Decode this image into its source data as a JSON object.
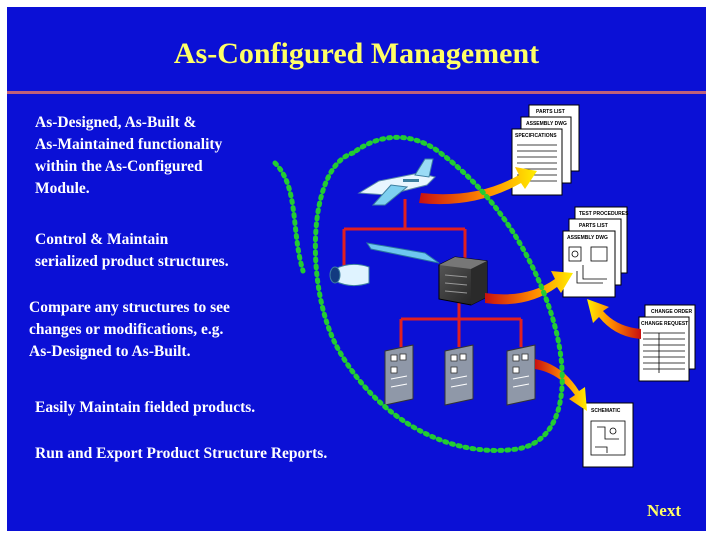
{
  "slide": {
    "title": "As-Configured Management",
    "bullets": [
      {
        "lines": [
          "As-Designed, As-Built &",
          "As-Maintained functionality",
          "within the As-Configured",
          "Module."
        ]
      },
      {
        "lines": [
          "Control & Maintain",
          "serialized product structures."
        ]
      },
      {
        "lines": [
          "Compare any structures to see",
          "changes or modifications, e.g.",
          "As-Designed to As-Built."
        ]
      },
      {
        "lines": [
          "Easily Maintain fielded products."
        ]
      },
      {
        "lines": [
          "Run and Export Product Structure Reports."
        ]
      }
    ],
    "next_label": "Next"
  },
  "diagram": {
    "docs": {
      "parts_list": "PARTS LIST",
      "assembly_dwg": "ASSEMBLY DWG",
      "specifications": "SPECIFICATIONS",
      "test_procedures": "TEST PROCEDURES",
      "parts_list_2": "PARTS LIST",
      "assembly_dwg_2": "ASSEMBLY DWG",
      "change_order": "CHANGE ORDER",
      "change_request": "CHANGE REQUEST",
      "schematic": "SCHEMATIC"
    }
  },
  "colors": {
    "background": "#0b10d6",
    "title": "#ffff66",
    "text": "#ffffff",
    "rule": "#c0607a",
    "tree_lines": "#e02020",
    "dotted_loop": "#22cc33"
  }
}
